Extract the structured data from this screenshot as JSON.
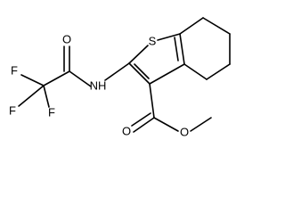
{
  "molecule": {
    "atoms": {
      "s": "S",
      "n": "NH",
      "o_amide": "O",
      "f1": "F",
      "f2": "F",
      "f3": "F",
      "o_carbonyl": "O",
      "o_ester": "O"
    }
  },
  "colors": {
    "bond": "#000000",
    "label": "#000000",
    "background": "#ffffff"
  }
}
